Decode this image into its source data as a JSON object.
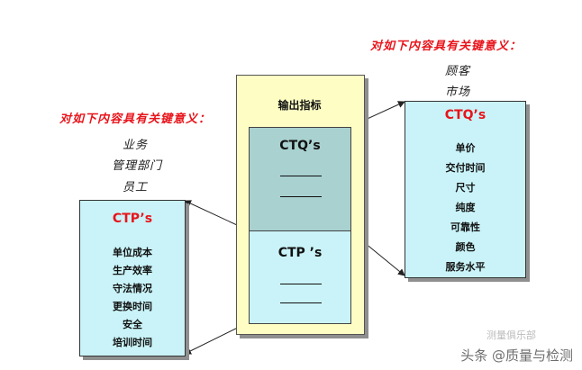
{
  "right_note": {
    "label": "对如下内容具有关键意义：",
    "items": [
      "顾客",
      "市场"
    ]
  },
  "left_note": {
    "label": "对如下内容具有关键意义：",
    "items": [
      "业务",
      "管理部门",
      "员工"
    ]
  },
  "center": {
    "title": "输出指标",
    "ctq_label": "CTQ’s",
    "ctp_label": "CTP ’s"
  },
  "ctq_box": {
    "title": "CTQ’s",
    "items": [
      "单价",
      "交付时间",
      "尺寸",
      "纯度",
      "可靠性",
      "颜色",
      "服务水平"
    ]
  },
  "ctp_box": {
    "title": "CTP’s",
    "items": [
      "单位成本",
      "生产效率",
      "守法情况",
      "更换时间",
      "安全",
      "培训时间"
    ]
  },
  "watermark": {
    "text": "头条 @质量与检测",
    "faint": "测量俱乐部"
  },
  "colors": {
    "accent_red": "#e8141b",
    "panel_yellow": "#fdfdc4",
    "box_cyan": "#c9f3f8",
    "ctq_teal": "#a8d1d0"
  }
}
